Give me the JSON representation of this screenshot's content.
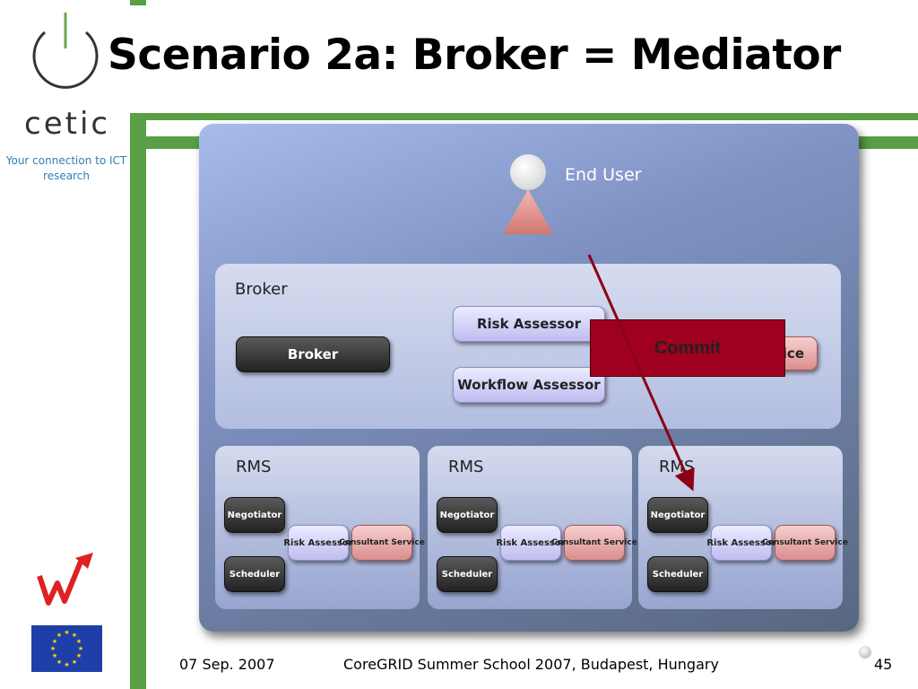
{
  "slide": {
    "title": "Scenario 2a: Broker = Mediator",
    "logo": {
      "word": "cetic",
      "tagline": "Your connection to ICT research"
    },
    "footer": {
      "date": "07 Sep. 2007",
      "event": "CoreGRID Summer School 2007, Budapest, Hungary",
      "page_number": "45"
    }
  },
  "diagram": {
    "end_user_label": "End User",
    "broker_area_label": "Broker",
    "broker_button": "Broker",
    "risk_assessor": "Risk Assessor",
    "workflow_assessor": "Workflow Assessor",
    "consultant_service_partial": "ice",
    "commit_label": "Commit",
    "rms": [
      {
        "label": "RMS",
        "negotiator": "Negotiator",
        "scheduler": "Scheduler",
        "risk_assessor": "Risk Assessor",
        "consultant_service": "Consultant Service"
      },
      {
        "label": "RMS",
        "negotiator": "Negotiator",
        "scheduler": "Scheduler",
        "risk_assessor": "Risk Assessor",
        "consultant_service": "Consultant Service"
      },
      {
        "label": "RMS",
        "negotiator": "Negotiator",
        "scheduler": "Scheduler",
        "risk_assessor": "Risk Assessor",
        "consultant_service": "Consultant Service"
      }
    ]
  },
  "colors": {
    "frame_green": "#5a9e45",
    "commit_fill": "#a00020",
    "arrow": "#8b0015"
  }
}
